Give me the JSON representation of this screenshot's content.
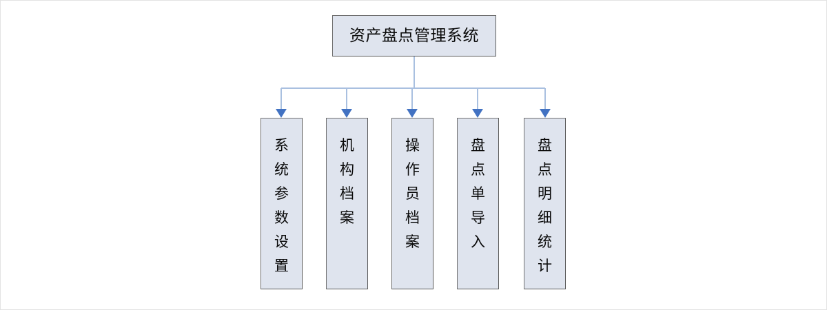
{
  "diagram": {
    "type": "org-chart",
    "orientation": "top-down",
    "colors": {
      "node_fill": "#dfe4ee",
      "node_border": "#6f6f6f",
      "connector_line": "#a9c0e0",
      "arrow_head": "#4272c2",
      "page_border": "#e2e2e2",
      "text": "#0a0a0a",
      "background": "#ffffff"
    },
    "root": {
      "label": "资产盘点管理系统",
      "text_orientation": "horizontal"
    },
    "children": [
      {
        "label": "系统参数设置",
        "chars": [
          "系",
          "统",
          "参",
          "数",
          "设",
          "置"
        ],
        "text_orientation": "vertical"
      },
      {
        "label": "机构档案",
        "chars": [
          "机",
          "构",
          "档",
          "案"
        ],
        "text_orientation": "vertical"
      },
      {
        "label": "操作员档案",
        "chars": [
          "操",
          "作",
          "员",
          "档",
          "案"
        ],
        "text_orientation": "vertical"
      },
      {
        "label": "盘点单导入",
        "chars": [
          "盘",
          "点",
          "单",
          "导",
          "入"
        ],
        "text_orientation": "vertical"
      },
      {
        "label": "盘点明细统计",
        "chars": [
          "盘",
          "点",
          "明",
          "细",
          "统",
          "计"
        ],
        "text_orientation": "vertical"
      }
    ]
  }
}
